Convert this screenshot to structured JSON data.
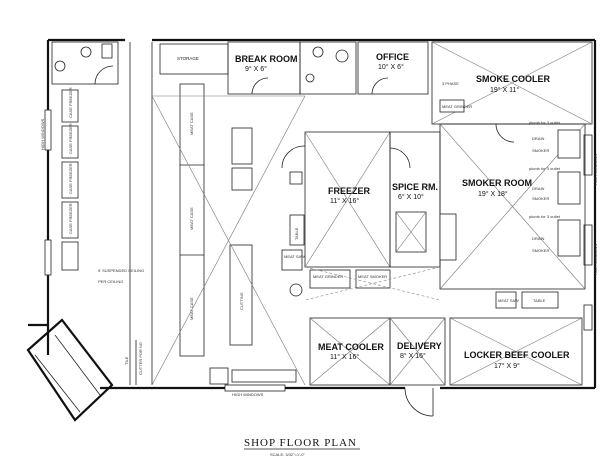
{
  "title": "SHOP FLOOR PLAN",
  "scale": "SCALE: 3/32\"=1'-0\"",
  "rooms": {
    "break_room": {
      "name": "BREAK ROOM",
      "dims": "9° X 6°"
    },
    "office": {
      "name": "OFFICE",
      "dims": "10° X 6°"
    },
    "smoke_cooler": {
      "name": "SMOKE COOLER",
      "dims": "19° X 11°"
    },
    "freezer": {
      "name": "FREEZER",
      "dims": "11° X 16°"
    },
    "spice_rm": {
      "name": "SPICE RM.",
      "dims": "6° X 10°"
    },
    "smoker_room": {
      "name": "SMOKER ROOM",
      "dims": "19° X 18°"
    },
    "meat_cooler": {
      "name": "MEAT COOLER",
      "dims": "11° X 16°"
    },
    "delivery": {
      "name": "DELIVERY",
      "dims": "8° X 16°"
    },
    "locker_beef_cooler": {
      "name": "LOCKER BEEF COOLER",
      "dims": "17° X 9°"
    }
  },
  "labels": {
    "storage": "STORAGE",
    "meat_grinder": "MEAT GRINDER",
    "meat_case": "MEAT CASE",
    "table": "TABLE",
    "cutting": "CUTTING",
    "meat_saw": "MEAT SAW",
    "meat_grinder_2": "MEAT GRINDER",
    "meat_smoker": "MEAT SMOKER",
    "high_windows_left": "HIGH WINDOWS",
    "high_windows_right_top": "HIGH WINDOWS",
    "high_windows_right_bottom": "HIGH WINDOWS",
    "high_windows_bottom": "HIGH WINDOWS",
    "suspended_ceiling": "9' SUSPENDED CEILING",
    "below_ceiling": "PER CEILING",
    "case_freezer": "CASE FREEZER",
    "tile": "TILE",
    "power_note": "3 PHASE",
    "drain": "DRAIN",
    "smoker": "SMOKER",
    "plumb_note": "plumb for 3 outlet",
    "cutter": "CUTTER FOR NG"
  }
}
